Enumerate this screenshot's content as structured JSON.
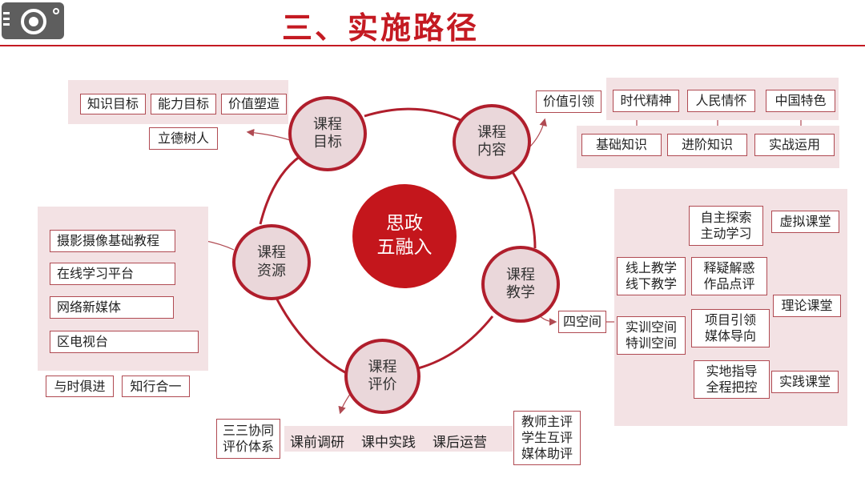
{
  "title": "三、实施路径",
  "center": [
    "思政",
    "五融入"
  ],
  "nodes": {
    "goal": [
      "课程",
      "目标"
    ],
    "content": [
      "课程",
      "内容"
    ],
    "teaching": [
      "课程",
      "教学"
    ],
    "evaluation": [
      "课程",
      "评价"
    ],
    "resource": [
      "课程",
      "资源"
    ]
  },
  "goal_panel": {
    "items": [
      "知识目标",
      "能力目标",
      "价值塑造"
    ],
    "result": "立德树人"
  },
  "content_panel": {
    "lead": "价值引领",
    "top": [
      "时代精神",
      "人民情怀",
      "中国特色"
    ],
    "bottom": [
      "基础知识",
      "进阶知识",
      "实战运用"
    ]
  },
  "resource_panel": {
    "items": [
      "摄影摄像基础教程",
      "在线学习平台",
      "网络新媒体",
      "区电视台"
    ],
    "tags": [
      "与时俱进",
      "知行合一"
    ]
  },
  "teaching_panel": {
    "lead": "四空间",
    "mode_a": [
      "线上教学",
      "线下教学"
    ],
    "mode_b": [
      "实训空间",
      "特训空间"
    ],
    "m1": [
      "自主探索",
      "主动学习"
    ],
    "m2": [
      "释疑解惑",
      "作品点评"
    ],
    "m3": [
      "项目引领",
      "媒体导向"
    ],
    "m4": [
      "实地指导",
      "全程把控"
    ],
    "classes": [
      "虚拟课堂",
      "理论课堂",
      "实践课堂"
    ]
  },
  "evaluation_panel": {
    "system": [
      "三三协同",
      "评价体系"
    ],
    "stages": [
      "课前调研",
      "课中实践",
      "课后运营"
    ],
    "evaluators": [
      "教师主评",
      "学生互评",
      "媒体助评"
    ]
  }
}
